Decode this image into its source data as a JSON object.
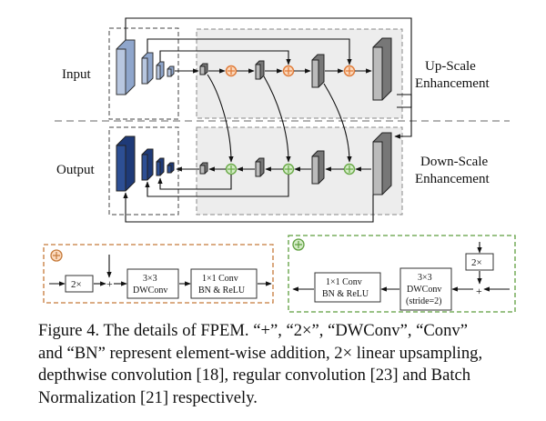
{
  "diagram": {
    "labels": {
      "input": "Input",
      "output": "Output",
      "up_scale_line1": "Up-Scale",
      "up_scale_line2": "Enhancement",
      "down_scale_line1": "Down-Scale",
      "down_scale_line2": "Enhancement"
    },
    "up_block": {
      "upsample": "2×",
      "plus": "+",
      "dwconv_line1": "3×3",
      "dwconv_line2": "DWConv",
      "conv_line1": "1×1 Conv",
      "conv_line2": "BN & ReLU"
    },
    "down_block": {
      "upsample": "2×",
      "plus": "+",
      "dwconv_line1": "3×3",
      "dwconv_line2": "DWConv",
      "dwconv_line3": "(stride=2)",
      "conv_line1": "1×1 Conv",
      "conv_line2": "BN & ReLU"
    },
    "colors": {
      "input_blue": "#b8c7e0",
      "output_blue": "#2d4f94",
      "orange_add": "#e07b39",
      "green_add": "#6cab4a",
      "panel_gray": "#ededed",
      "up_border": "#c57a3a",
      "down_border": "#5e9e3e"
    }
  },
  "caption": {
    "line1": "Figure 4. The details of FPEM. “+”, “2×”, “DWConv”, “Conv”",
    "line2": "and “BN” represent element-wise addition, 2× linear upsampling,",
    "line3": "depthwise convolution [18], regular convolution [23] and Batch",
    "line4": "Normalization [21] respectively."
  }
}
